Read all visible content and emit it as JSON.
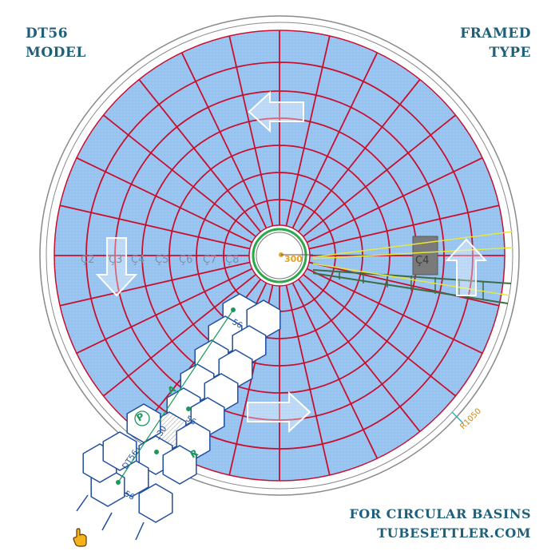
{
  "header": {
    "model_line1": "DT56",
    "model_line2": "MODEL",
    "type_line1": "FRAMED",
    "type_line2": "TYPE"
  },
  "footer": {
    "line1": "FOR CIRCULAR BASINS",
    "line2": "TUBESETTLER.COM"
  },
  "diagram": {
    "center_dimension": "300",
    "radius_dimension": "R1050",
    "panel_labels_left": [
      "Ç2",
      "Ç3",
      "Ç4",
      "Ç5",
      "Ç6",
      "Ç7",
      "Ç8"
    ],
    "panel_label_right": "Ç4",
    "hex_label_model": "DT56",
    "hex_label_dim_130": "130",
    "hex_label_dim_56": "56",
    "hex_letter_p": "P",
    "hex_letter_a": "A",
    "hex_letter_r": "R"
  },
  "colors": {
    "frame_red": "#c8102e",
    "fill_blue": "#9cc6f2",
    "title_blue": "#1f5f7a",
    "accent_yellow": "#e8e83a",
    "section_green": "#3d6b45",
    "hex_green": "#1a9a5a",
    "hex_blue": "#1f4fa0"
  },
  "icons": [
    "flow-arrow-icon",
    "pointer-hand-icon"
  ]
}
